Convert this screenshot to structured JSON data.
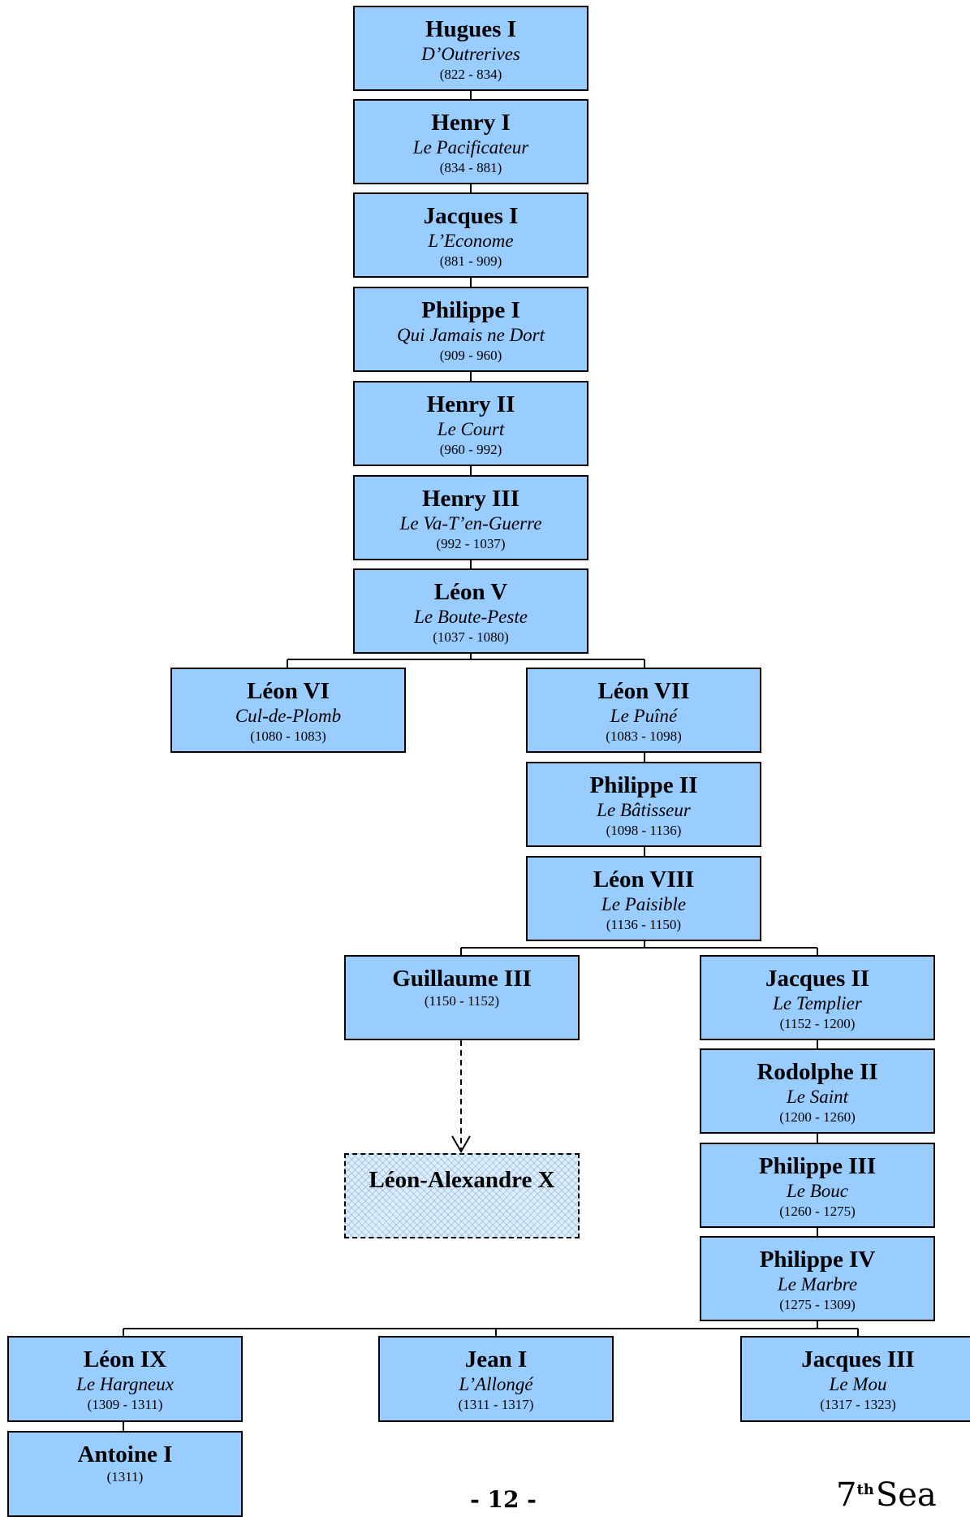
{
  "nodes": [
    {
      "id": "hugues-i",
      "name": "Hugues I",
      "epithet": "D’Outrerives",
      "dates": "(822 - 834)"
    },
    {
      "id": "henry-i",
      "name": "Henry I",
      "epithet": "Le Pacificateur",
      "dates": "(834 - 881)"
    },
    {
      "id": "jacques-i",
      "name": "Jacques I",
      "epithet": "L’Econome",
      "dates": "(881 - 909)"
    },
    {
      "id": "philippe-i",
      "name": "Philippe I",
      "epithet": "Qui Jamais ne Dort",
      "dates": "(909 - 960)"
    },
    {
      "id": "henry-ii",
      "name": "Henry II",
      "epithet": "Le Court",
      "dates": "(960 - 992)"
    },
    {
      "id": "henry-iii",
      "name": "Henry III",
      "epithet": "Le Va-T’en-Guerre",
      "dates": "(992 - 1037)"
    },
    {
      "id": "leon-v",
      "name": "Léon V",
      "epithet": "Le Boute-Peste",
      "dates": "(1037 - 1080)"
    },
    {
      "id": "leon-vi",
      "name": "Léon VI",
      "epithet": "Cul-de-Plomb",
      "dates": "(1080 - 1083)"
    },
    {
      "id": "leon-vii",
      "name": "Léon VII",
      "epithet": "Le Puîné",
      "dates": "(1083 - 1098)"
    },
    {
      "id": "philippe-ii",
      "name": "Philippe II",
      "epithet": "Le Bâtisseur",
      "dates": "(1098 - 1136)"
    },
    {
      "id": "leon-viii",
      "name": "Léon VIII",
      "epithet": "Le Paisible",
      "dates": "(1136 - 1150)"
    },
    {
      "id": "guillaume-iii",
      "name": "Guillaume III",
      "epithet": "",
      "dates": "(1150 - 1152)"
    },
    {
      "id": "jacques-ii",
      "name": "Jacques II",
      "epithet": "Le Templier",
      "dates": "(1152 - 1200)"
    },
    {
      "id": "rodolphe-ii",
      "name": "Rodolphe II",
      "epithet": "Le Saint",
      "dates": "(1200 - 1260)"
    },
    {
      "id": "philippe-iii",
      "name": "Philippe III",
      "epithet": "Le Bouc",
      "dates": "(1260 - 1275)"
    },
    {
      "id": "leon-alexandre-x",
      "name": "Léon-Alexandre X",
      "epithet": "",
      "dates": ""
    },
    {
      "id": "philippe-iv",
      "name": "Philippe IV",
      "epithet": "Le Marbre",
      "dates": "(1275 - 1309)"
    },
    {
      "id": "leon-ix",
      "name": "Léon IX",
      "epithet": "Le Hargneux",
      "dates": "(1309 - 1311)"
    },
    {
      "id": "jean-i",
      "name": "Jean I",
      "epithet": "L’Allongé",
      "dates": "(1311 - 1317)"
    },
    {
      "id": "jacques-iii",
      "name": "Jacques III",
      "epithet": "Le Mou",
      "dates": "(1317 - 1323)"
    },
    {
      "id": "antoine-i",
      "name": "Antoine I",
      "epithet": "",
      "dates": "(1311)"
    }
  ],
  "footer": {
    "page": "- 12 -",
    "brand_num": "7",
    "brand_sup": "th",
    "brand_word": "Sea"
  },
  "colors": {
    "box_fill": "#99ccff",
    "line": "#000000"
  }
}
